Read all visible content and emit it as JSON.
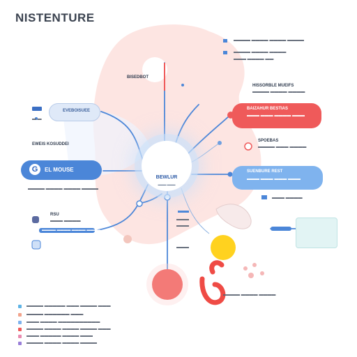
{
  "title": "NISTENTURE",
  "hub": {
    "label": "BEWLUR",
    "sublabel": "▬▬▬ ▬▬▬"
  },
  "badge": {
    "glyph": "G"
  },
  "labels": {
    "top_center": "BISEDBOT",
    "top_right_1": "▬▬▬▬ ▬▬▬▬ ▬▬▬▬ ▬▬▬▬",
    "top_right_2": "▬▬▬▬ ▬▬▬▬ ▬▬▬▬",
    "top_right_3": "▬▬▬ ▬▬▬▬ ▬▬",
    "mid_right_header": "HISSORBLE MUEIFS",
    "mid_right_sub": "▬▬▬▬ ▬▬▬▬ ▬▬▬▬",
    "pill_red_title": "BAIZAHUR BESTIAS",
    "pill_red_sub": "▬▬▬ ▬▬▬ ▬▬▬▬ ▬▬▬",
    "mid_right_2": "SPOEBAS",
    "mid_right_2_sub": "▬▬▬▬ ▬▬▬ ▬▬▬▬",
    "pill_lblue_title": "SUENBURE REST",
    "pill_lblue_sub": "▬▬▬ ▬▬▬ ▬▬▬ ▬▬▬",
    "right_small": "▬▬▬ ▬▬▬▬",
    "pill_pale_text": "EVEBOISUEE",
    "pill_pale_sub": "▬ ▬",
    "left_header": "EWEIS KOSUDDEI",
    "pill_blue_text": "EL  MOUSE",
    "left_under": "▬▬▬▬ ▬▬▬▬ ▬▬▬▬ ▬▬▬▬",
    "left_low_header": "RSU",
    "left_low_sub": "▬▬▬ ▬▬▬▬",
    "left_low_bar": "▬▬▬▬ ▬▬▬▬ ▬▬▬▬ ▬▬▬▬",
    "center_list_1": "▬▬▬",
    "center_list_2": "▬▬▬",
    "center_list_3": "▬▬▬",
    "bottom_right": "▬▬▬▬ ▬▬▬▬ ▬▬▬▬"
  },
  "legend": [
    {
      "color": "#5fb4e6",
      "text": "▬▬▬▬ ▬▬▬▬▬ ▬▬▬ ▬▬▬▬ ▬▬▬"
    },
    {
      "color": "#f2a38b",
      "text": "▬▬▬▬ ▬▬▬▬▬▬ ▬▬▬"
    },
    {
      "color": "#7fb3ee",
      "text": "▬▬▬ ▬▬▬▬ ▬▬▬▬▬▬▬▬▬▬"
    },
    {
      "color": "#ef5a5a",
      "text": "▬▬▬▬ ▬▬▬▬ ▬▬▬▬ ▬▬▬▬ ▬▬▬"
    },
    {
      "color": "#e98bb0",
      "text": "▬▬▬ ▬▬▬▬▬ ▬▬▬▬ ▬▬▬"
    },
    {
      "color": "#9a7fd8",
      "text": "▬▬▬▬ ▬▬▬▬ ▬▬▬▬ ▬▬▬▬"
    }
  ],
  "colors": {
    "blue": "#4b86d8",
    "light_blue": "#7fb3ee",
    "red": "#ef5a5a",
    "yellow": "#ffd21f",
    "pink_cloud": "#fbd3d3"
  }
}
